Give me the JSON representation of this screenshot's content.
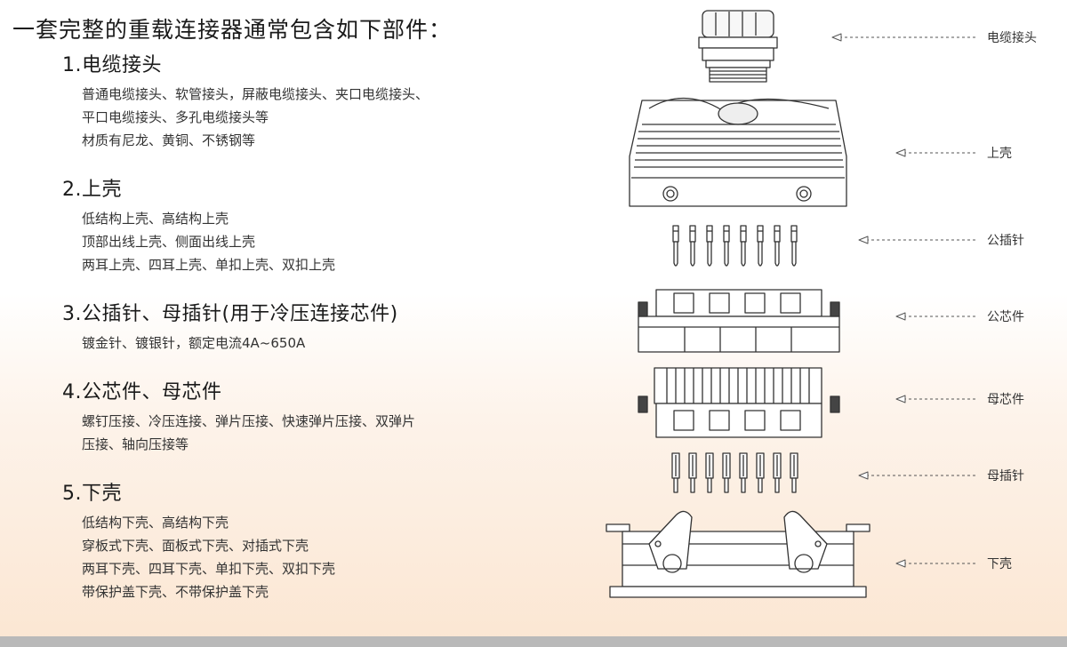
{
  "title": "一套完整的重载连接器通常包含如下部件：",
  "sections": [
    {
      "title": "1.电缆接头",
      "lines": [
        "普通电缆接头、软管接头，屏蔽电缆接头、夹口电缆接头、",
        "平口电缆接头、多孔电缆接头等",
        "材质有尼龙、黄铜、不锈钢等"
      ]
    },
    {
      "title": "2.上壳",
      "lines": [
        "低结构上壳、高结构上壳",
        "顶部出线上壳、侧面出线上壳",
        "两耳上壳、四耳上壳、单扣上壳、双扣上壳"
      ]
    },
    {
      "title": "3.公插针、母插针(用于冷压连接芯件)",
      "lines": [
        "镀金针、镀银针，额定电流4A~650A"
      ]
    },
    {
      "title": "4.公芯件、母芯件",
      "lines": [
        "螺钉压接、冷压连接、弹片压接、快速弹片压接、双弹片",
        "压接、轴向压接等"
      ]
    },
    {
      "title": "5.下壳",
      "lines": [
        "低结构下壳、高结构下壳",
        "穿板式下壳、面板式下壳、对插式下壳",
        "两耳下壳、四耳下壳、单扣下壳、双扣下壳",
        "带保护盖下壳、不带保护盖下壳"
      ]
    }
  ],
  "callouts": [
    "电缆接头",
    "上壳",
    "公插针",
    "公芯件",
    "母芯件",
    "母插针",
    "下壳"
  ]
}
